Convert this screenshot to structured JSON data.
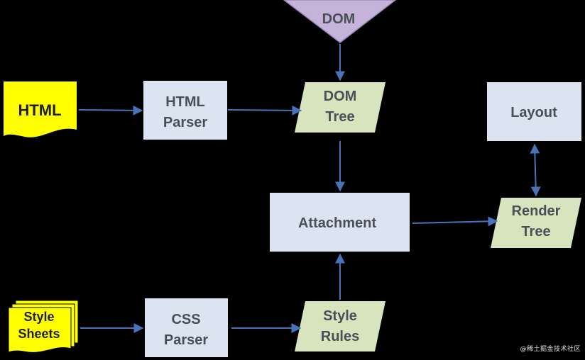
{
  "colors": {
    "background": "#000000",
    "box_fill": "#dbe4f0",
    "parallelogram_fill": "#d7e4bd",
    "doc_fill": "#ffff00",
    "dom_triangle_fill": "#c5b3d9",
    "arrow": "#4a72b8",
    "label_text": "#4a4f57"
  },
  "nodes": {
    "dom_source": "DOM",
    "html_doc": "HTML",
    "html_parser": [
      "HTML",
      "Parser"
    ],
    "dom_tree": [
      "DOM",
      "Tree"
    ],
    "layout": "Layout",
    "attachment": "Attachment",
    "render_tree": [
      "Render",
      "Tree"
    ],
    "style_sheets": [
      "Style",
      "Sheets"
    ],
    "css_parser": [
      "CSS",
      "Parser"
    ],
    "style_rules": [
      "Style",
      "Rules"
    ]
  },
  "watermark": "@稀土掘金技术社区"
}
